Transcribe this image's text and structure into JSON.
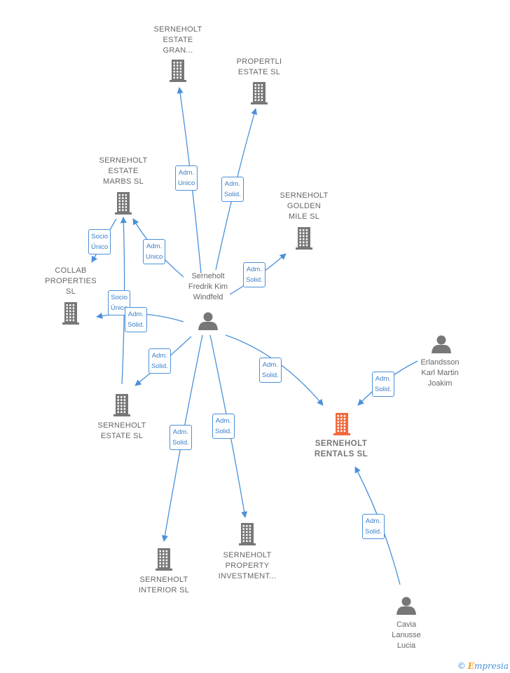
{
  "colors": {
    "edge": "#4a90d9",
    "node_icon": "#777777",
    "focus_icon": "#f26a3c",
    "label_text": "#666666"
  },
  "nodes": {
    "serneholt_estate_gran": {
      "label": "SERNEHOLT\nESTATE\nGRAN...",
      "kind": "company"
    },
    "propertli_estate": {
      "label": "PROPERTLI\nESTATE SL",
      "kind": "company"
    },
    "serneholt_estate_marbs": {
      "label": "SERNEHOLT\nESTATE\nMARBS SL",
      "kind": "company"
    },
    "serneholt_golden_mile": {
      "label": "SERNEHOLT\nGOLDEN\nMILE SL",
      "kind": "company"
    },
    "collab_properties": {
      "label": "COLLAB\nPROPERTIES\nSL",
      "kind": "company"
    },
    "fredrik": {
      "label": "Serneholt\nFredrik Kim\nWindfeld",
      "kind": "person"
    },
    "erlandsson": {
      "label": "Erlandsson\nKarl Martin\nJoakim",
      "kind": "person"
    },
    "serneholt_estate": {
      "label": "SERNEHOLT\nESTATE SL",
      "kind": "company"
    },
    "serneholt_rentals": {
      "label": "SERNEHOLT\nRENTALS SL",
      "kind": "focus"
    },
    "serneholt_interior": {
      "label": "SERNEHOLT\nINTERIOR SL",
      "kind": "company"
    },
    "serneholt_property_investment": {
      "label": "SERNEHOLT\nPROPERTY\nINVESTMENT...",
      "kind": "company"
    },
    "cavia": {
      "label": "Cavia\nLanusse\nLucia",
      "kind": "person"
    }
  },
  "edges": [
    {
      "from": "fredrik",
      "to": "serneholt_estate_gran",
      "label": "Adm.\nUnico"
    },
    {
      "from": "fredrik",
      "to": "propertli_estate",
      "label": "Adm.\nSolid."
    },
    {
      "from": "fredrik",
      "to": "serneholt_estate_marbs",
      "label": "Adm.\nUnico"
    },
    {
      "from": "fredrik",
      "to": "serneholt_golden_mile",
      "label": "Adm.\nSolid."
    },
    {
      "from": "serneholt_estate_marbs",
      "to": "collab_properties",
      "label": "Socio\nÚnico"
    },
    {
      "from": "serneholt_estate",
      "to": "serneholt_estate_marbs",
      "label": "Socio\nÚnico"
    },
    {
      "from": "fredrik",
      "to": "collab_properties",
      "label": "Adm.\nSolid."
    },
    {
      "from": "fredrik",
      "to": "serneholt_estate",
      "label": "Adm.\nSolid."
    },
    {
      "from": "fredrik",
      "to": "serneholt_rentals",
      "label": "Adm.\nSolid."
    },
    {
      "from": "erlandsson",
      "to": "serneholt_rentals",
      "label": "Adm.\nSolid."
    },
    {
      "from": "fredrik",
      "to": "serneholt_interior",
      "label": "Adm.\nSolid."
    },
    {
      "from": "fredrik",
      "to": "serneholt_property_investment",
      "label": "Adm.\nSolid."
    },
    {
      "from": "cavia",
      "to": "serneholt_rentals",
      "label": "Adm.\nSolid."
    }
  ],
  "footer": {
    "copyright_symbol": "©",
    "brand_first": "E",
    "brand_rest": "mpresia"
  }
}
